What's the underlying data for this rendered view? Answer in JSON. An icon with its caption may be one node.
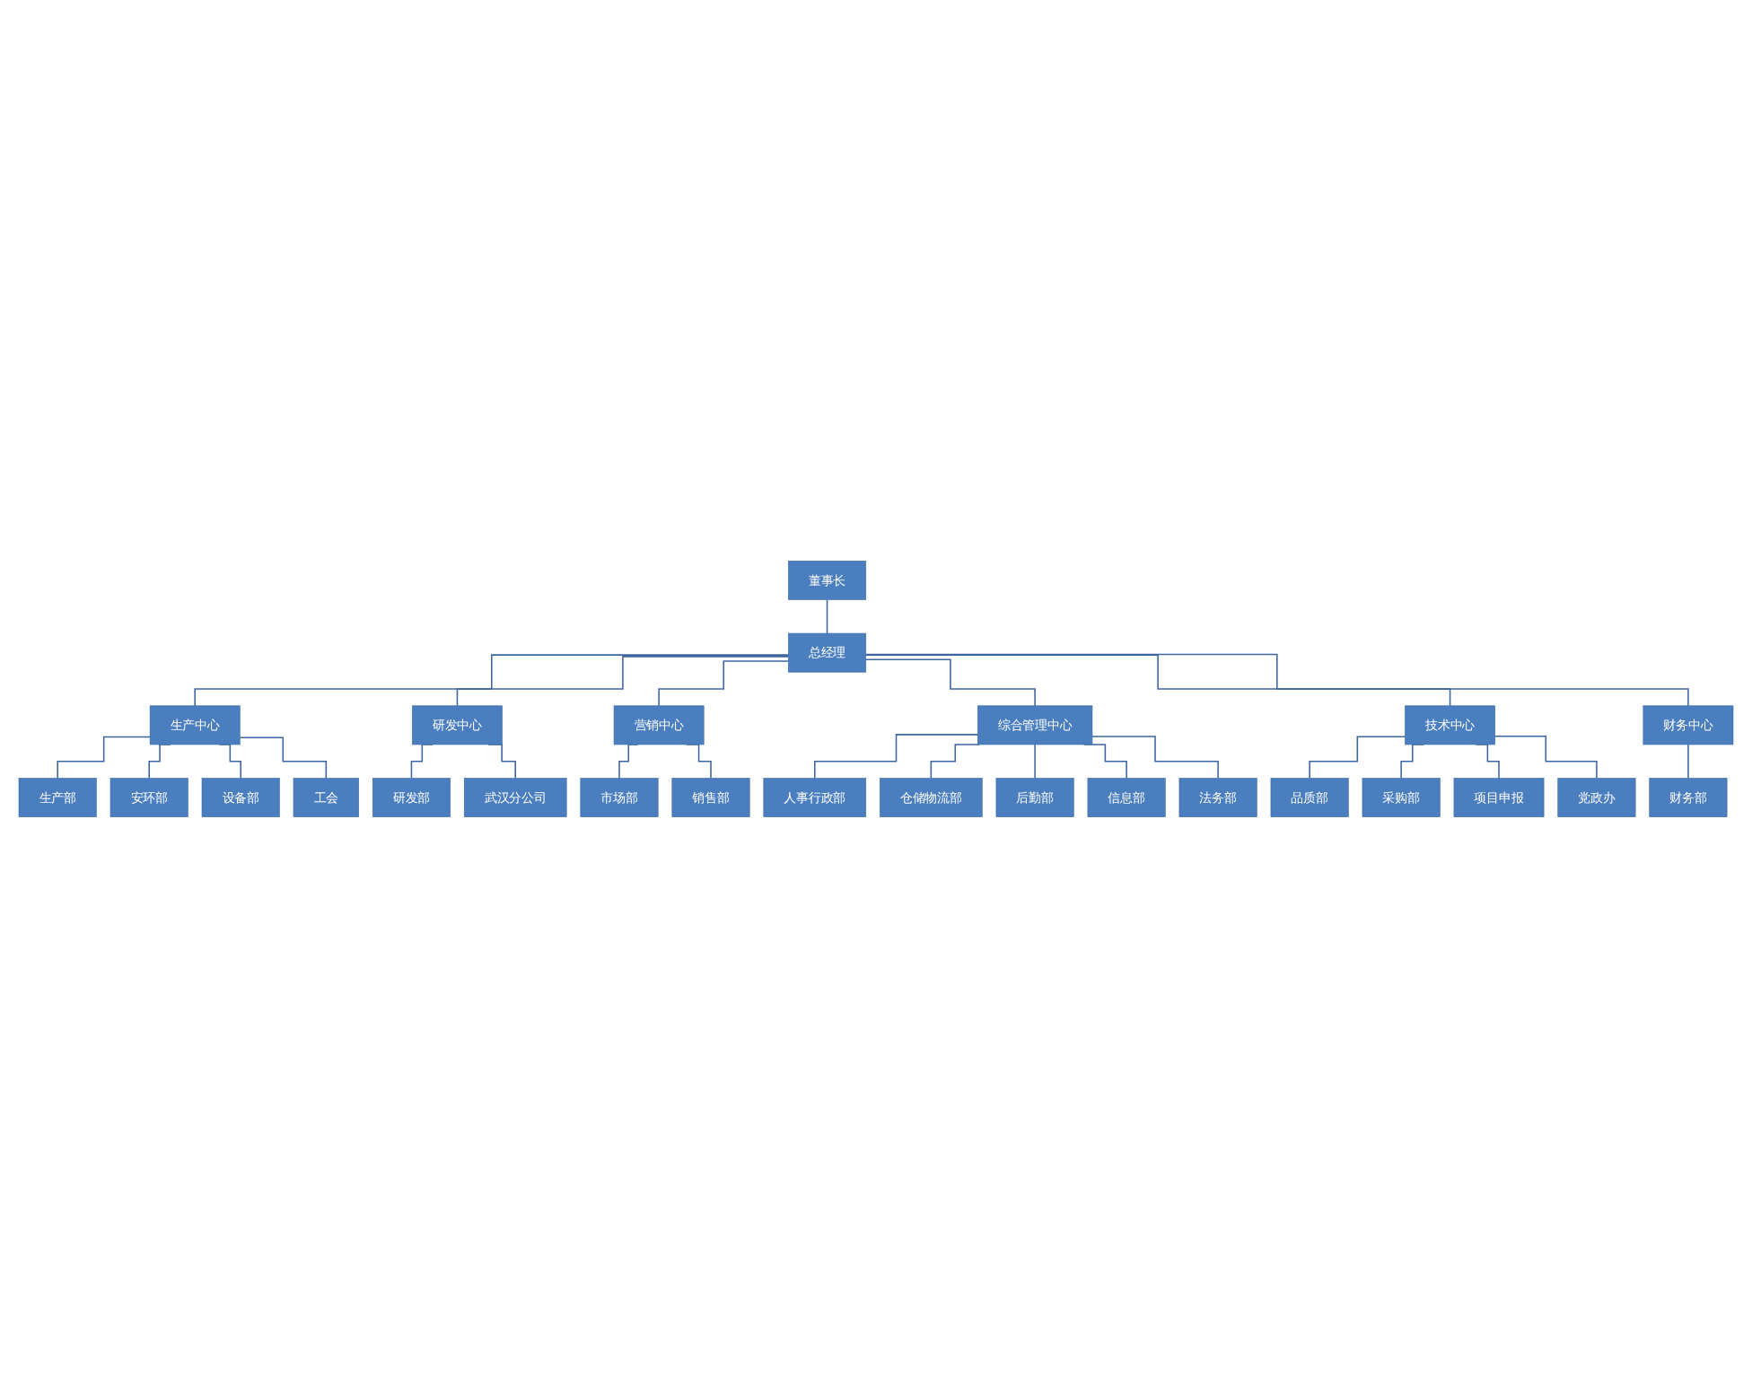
{
  "diagram": {
    "nodes": [
      {
        "text": [
          "董事长"
        ]
      },
      {
        "text": [
          "总经理"
        ]
      },
      {
        "text": [
          "生产中心"
        ]
      },
      {
        "text": [
          "研发中心"
        ]
      },
      {
        "text": [
          "营销中心"
        ]
      },
      {
        "text": [
          "综合管理中心"
        ]
      },
      {
        "text": [
          "技术中心"
        ]
      },
      {
        "text": [
          "财务中心"
        ]
      },
      {
        "text": [
          "生产部"
        ]
      },
      {
        "text": [
          "安环部"
        ]
      },
      {
        "text": [
          "设备部"
        ]
      },
      {
        "text": [
          "工会"
        ]
      },
      {
        "text": [
          "研发部"
        ]
      },
      {
        "text": [
          "武汉分公司"
        ]
      },
      {
        "text": [
          "市场部"
        ]
      },
      {
        "text": [
          "销售部"
        ]
      },
      {
        "text": [
          "人事行政部"
        ]
      },
      {
        "text": [
          "仓储物流部"
        ]
      },
      {
        "text": [
          "后勤部"
        ]
      },
      {
        "text": [
          "信息部"
        ]
      },
      {
        "text": [
          "法务部"
        ]
      },
      {
        "text": [
          "品质部"
        ]
      },
      {
        "text": [
          "采购部"
        ]
      },
      {
        "text": [
          "项目申报"
        ]
      },
      {
        "text": [
          "党政办"
        ]
      },
      {
        "text": [
          "财务部"
        ]
      }
    ],
    "edges": [
      {
        "from": 0,
        "to": 1,
        "arrow": "none"
      },
      {
        "from": 1,
        "to": 2,
        "arrow": "none"
      },
      {
        "from": 1,
        "to": 3,
        "arrow": "none"
      },
      {
        "from": 1,
        "to": 4,
        "arrow": "none"
      },
      {
        "from": 1,
        "to": 5,
        "arrow": "none"
      },
      {
        "from": 1,
        "to": 6,
        "arrow": "none"
      },
      {
        "from": 1,
        "to": 7,
        "arrow": "none"
      },
      {
        "from": 2,
        "to": 8,
        "arrow": "none"
      },
      {
        "from": 2,
        "to": 9,
        "arrow": "none"
      },
      {
        "from": 2,
        "to": 10,
        "arrow": "none"
      },
      {
        "from": 2,
        "to": 11,
        "arrow": "none"
      },
      {
        "from": 3,
        "to": 12,
        "arrow": "none"
      },
      {
        "from": 3,
        "to": 13,
        "arrow": "none"
      },
      {
        "from": 4,
        "to": 14,
        "arrow": "none"
      },
      {
        "from": 4,
        "to": 15,
        "arrow": "none"
      },
      {
        "from": 5,
        "to": 16,
        "arrow": "none"
      },
      {
        "from": 5,
        "to": 17,
        "arrow": "none"
      },
      {
        "from": 5,
        "to": 18,
        "arrow": "none"
      },
      {
        "from": 5,
        "to": 19,
        "arrow": "none"
      },
      {
        "from": 5,
        "to": 20,
        "arrow": "none"
      },
      {
        "from": 6,
        "to": 21,
        "arrow": "none"
      },
      {
        "from": 6,
        "to": 22,
        "arrow": "none"
      },
      {
        "from": 6,
        "to": 23,
        "arrow": "none"
      },
      {
        "from": 6,
        "to": 24,
        "arrow": "none"
      },
      {
        "from": 7,
        "to": 25,
        "arrow": "none"
      }
    ]
  }
}
